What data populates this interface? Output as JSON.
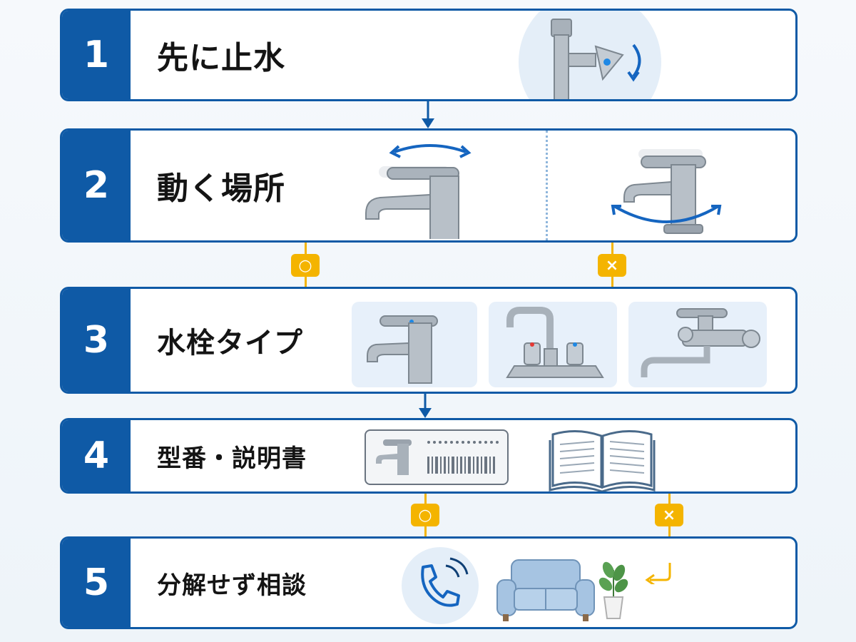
{
  "steps": [
    {
      "number": "1",
      "title": "先に止水"
    },
    {
      "number": "2",
      "title": "動く場所"
    },
    {
      "number": "3",
      "title": "水栓タイプ"
    },
    {
      "number": "4",
      "title": "型番・説明書"
    },
    {
      "number": "5",
      "title": "分解せず相談"
    }
  ],
  "badges": {
    "ok": "○",
    "ng": "×"
  },
  "colors": {
    "brand": "#0f5aa6",
    "accent": "#f4b400",
    "steel": "#9aa3ad"
  }
}
